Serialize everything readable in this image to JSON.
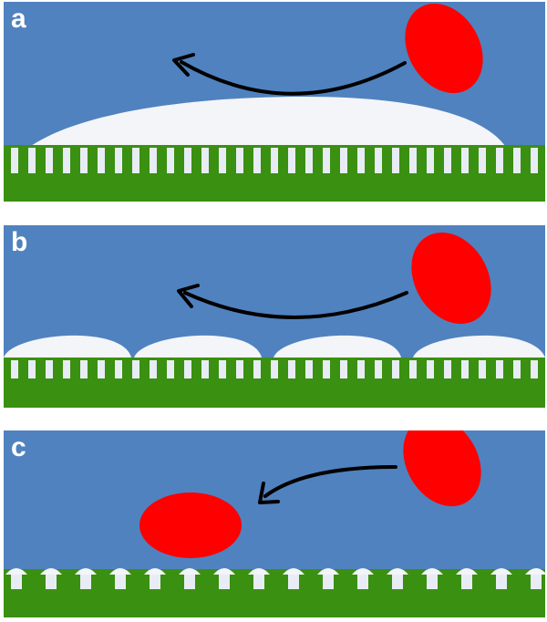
{
  "panels": [
    {
      "label": "a"
    },
    {
      "label": "b"
    },
    {
      "label": "c"
    }
  ],
  "colors": {
    "liquid": "#5082bf",
    "substrate": "#3a9010",
    "air": "#f3f5f8",
    "cell": "#ff0000",
    "arrow": "#000000"
  }
}
